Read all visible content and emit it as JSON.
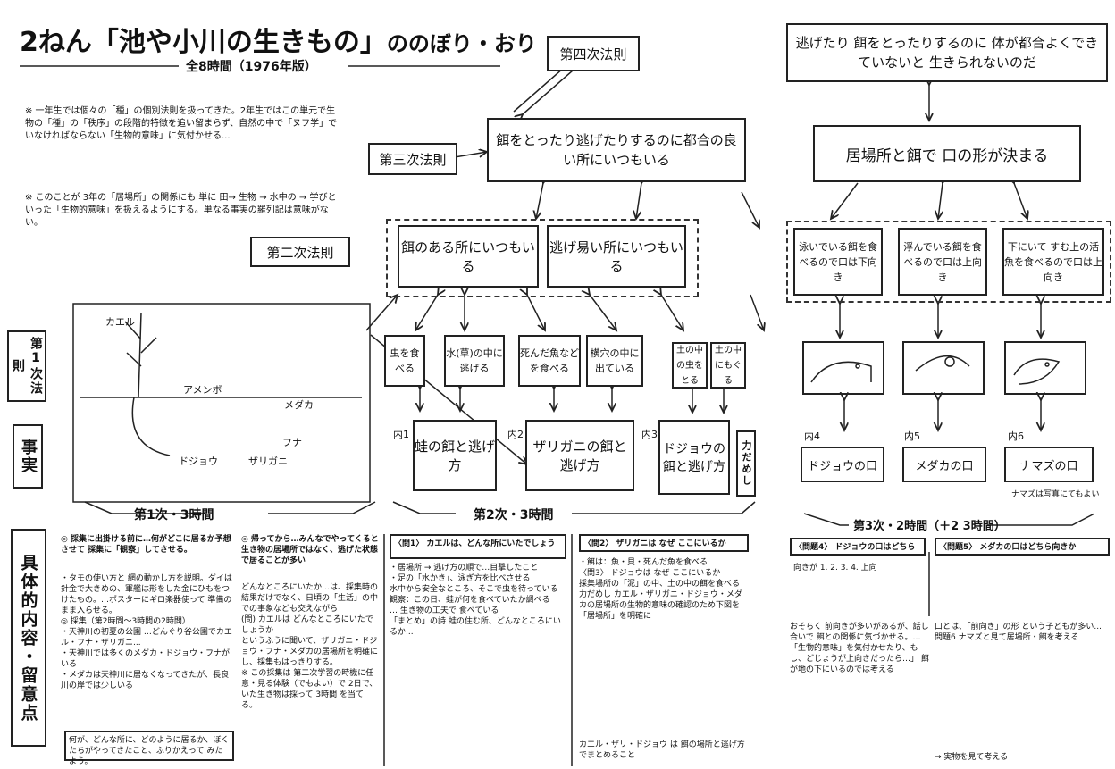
{
  "header": {
    "title": "2ねん「池や小川の生きもの」",
    "title_suffix": "ののぼり・おり",
    "subtitle": "全8時間（1976年版）"
  },
  "notes": {
    "note1": "※ 一年生では個々の「種」の個別法則を扱ってきた。2年生ではこの単元で生物の「種」の「秩序」の段階的特徴を追い留まらず、自然の中で「ヌフ学」でいなければならない「生物的意味」に気付かせる...",
    "note2": "※ このことが 3年の「居場所」の関係にも 単に 田→ 生物 → 水中の → 学びといった「生物的意味」を扱えるようにする。単なる事実の羅列記は意味がない。"
  },
  "left_labels": {
    "law1": "第1次法則",
    "fact": "事実",
    "content": "具体的内容・留意点"
  },
  "laws": {
    "law2": "第二次法則",
    "law3": "第三次法則",
    "law4": "第四次法則"
  },
  "pond_scene": {
    "plant": "カエル",
    "amenbo": "アメンボ",
    "medaka": "メダカ",
    "funa": "フナ",
    "dojou": "ドジョウ",
    "zarigani": "ザリガニ"
  },
  "middle": {
    "top_box": "餌をとったり逃げたりするのに都合の良い所にいつもいる",
    "box_food": "餌のある所にいつもいる",
    "box_escape": "逃げ易い所にいつもいる",
    "small_boxes": [
      "虫を食べる",
      "水(草)の中に逃げる",
      "死んだ魚などを食べる",
      "横穴の中に出ている",
      "土の中の虫をとる",
      "土の中にもぐる"
    ],
    "outcome1_no": "内1",
    "outcome1": "蛙の餌と逃げ方",
    "outcome2_no": "内2",
    "outcome2": "ザリガニの餌と逃げ方",
    "outcome3_no": "内3",
    "outcome3": "ドジョウの餌と逃げ方",
    "trial": "力だめし"
  },
  "right": {
    "top_box": "逃げたり 餌をとったりするのに 体が都合よくできていないと 生きられないのだ",
    "mouth_box": "居場所と餌で 口の形が決まる",
    "b1": "泳いでいる餌を食べるので口は下向き",
    "b2": "浮んでいる餌を食べるので口は上向き",
    "b3": "下にいて すむ上の活魚を食べるので口は上向き",
    "m4_no": "内4",
    "m4": "ドジョウの口",
    "m5_no": "内5",
    "m5": "メダカの口",
    "m6_no": "内6",
    "m6": "ナマズの口",
    "m6_note": "ナマズは写真にてもよい"
  },
  "phases": {
    "p1": "第1次・3時間",
    "p2": "第2次・3時間",
    "p3": "第3次・2時間（＋2 3時間）"
  },
  "bottom": {
    "col1_title": "◎ 採集に出掛ける前に…何がどこに居るか予想させて 採集に「観察」してさせる。",
    "col1_body": "・タモの使い方と 網の動かし方を説明。ダイは針金で大きめの、軍艦は形をした金にひもをつけたもの。…ポスターにギロ楽器使って 準備のまま入らせる。\n◎ 採集（第2時間〜3時間の2時間）\n・天神川の初夏の公園 …どんぐり谷公園でカエル・フナ・ザリガニ...\n・天神川では多くのメダカ・ドジョウ・フナがいる\n・メダカは天神川に居なくなってきたが、長良川の岸では少しいる",
    "col1_foot": "何が、どんな所に、どのように居るか、ぼくたちがやってきたこと、ふりかえって みたよう。",
    "col2_title": "◎ 帰ってから…みんなでやってくると 生き物の居場所ではなく、逃げた状態で居ることが多い",
    "col2_body": "どんなところにいたか…は、採集時の結果だけでなく、日頃の「生活」の中での事象なども交えながら\n(問) カエルは どんなところにいたでしょうか\nというふうに聞いて、ザリガニ・ドジョウ・フナ・メダカの居場所を明確にし、採集もはっきりする。\n※ この採集は 第二次学習の時機に任意・見る体験（でもよい）で 2日で、いた生き物は採って 3時間 を当てる。",
    "q1": "〈問1〉 カエルは、どんな所にいたでしょう",
    "q1_body": "・居場所 → 逃げ方の順で…目撃したこと\n・足の「水かき」、泳ぎ方を比べさせる\n水中から安全なところ、そこで虫を待っている\n観察：この日、蛙が何を食べていたか調べる\n… 生き物の工夫で 食べている\n「まとめ」の詩 蛙の住む所、どんなところにいるか...",
    "q2": "〈問2〉 ザリガニは なぜ ここにいるか",
    "q2_body": "・餌は：魚・貝・死んだ魚を食べる\n〈問3〉 ドジョウは なぜ ここにいるか\n採集場所の「泥」の中、土の中の餌を食べる\n力だめし カエル・ザリガニ・ドジョウ・メダカの居場所の生物的意味の確認のため下図を「居場所」を明確に",
    "q2_foot": "カエル・ザリ・ドジョウ は 餌の場所と逃げ方 でまとめること",
    "q4": "〈問題4〉 ドジョウの口はどちら",
    "q4_opts": "向きが 1. 2. 3. 4. 上向",
    "q5": "〈問題5〉 メダカの口はどちら向きか",
    "q3_body": "おそらく 前向きが多いがあるが、話し合いで 餌との関係に気づかせる。…\n「生物的意味」を気付かせたり、もし、どじょうが上向きだったら…」 餌が地の下にいるのでは考える",
    "q5_body": "口とは、「前向き」の形 という子どもが多い...\n問題6 ナマズと見て居場所・餌を考える",
    "q6_foot": "→ 実物を見て考える"
  }
}
